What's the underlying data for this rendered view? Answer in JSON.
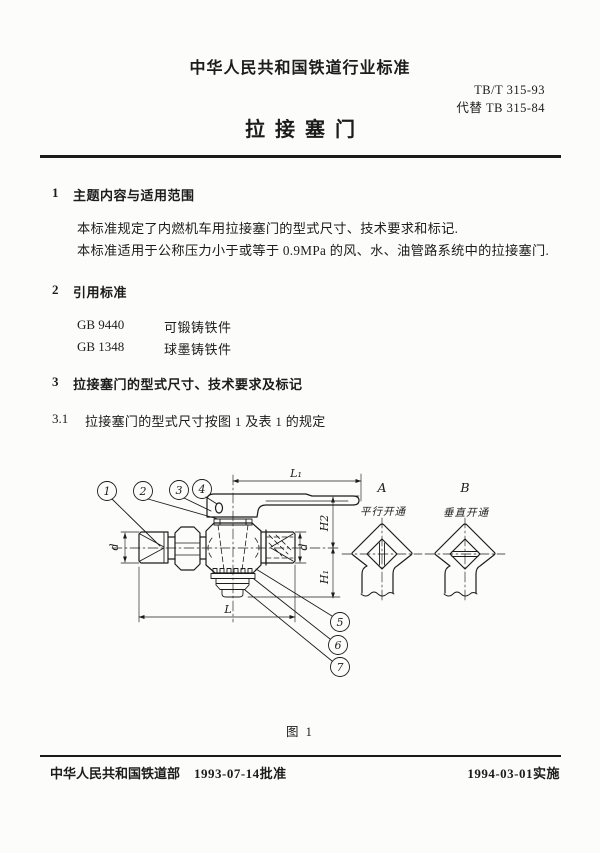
{
  "colors": {
    "ink": "#1c1c1c",
    "paper": "#fcfcfa"
  },
  "header": {
    "org_title": "中华人民共和国铁道行业标准",
    "std_number": "TB/T 315-93",
    "replaces": "代替 TB 315-84",
    "doc_title": "拉接塞门"
  },
  "sections": {
    "s1": {
      "number": "1",
      "title": "主题内容与适用范围",
      "para1": "本标准规定了内燃机车用拉接塞门的型式尺寸、技术要求和标记.",
      "para2": "本标准适用于公称压力小于或等于 0.9MPa 的风、水、油管路系统中的拉接塞门."
    },
    "s2": {
      "number": "2",
      "title": "引用标准",
      "refs": [
        {
          "code": "GB 9440",
          "name": "可锻铸铁件"
        },
        {
          "code": "GB 1348",
          "name": "球墨铸铁件"
        }
      ]
    },
    "s3": {
      "number": "3",
      "title": "拉接塞门的型式尺寸、技术要求及标记",
      "sub_number": "3.1",
      "sub_text": "拉接塞门的型式尺寸按图 1 及表 1 的规定"
    }
  },
  "figure": {
    "caption": "图 1",
    "callouts": [
      "1",
      "2",
      "3",
      "4",
      "5",
      "6",
      "7"
    ],
    "dimensions": {
      "l1": "L₁",
      "h2": "H2",
      "h1": "H₁",
      "d_left": "d",
      "d_right": "d",
      "l": "L"
    },
    "views": {
      "a_label": "A",
      "a_caption": "平行开通",
      "b_label": "B",
      "b_caption": "垂直开通"
    }
  },
  "footer": {
    "org": "中华人民共和国铁道部",
    "approved": "1993-07-14批准",
    "effective": "1994-03-01实施"
  }
}
